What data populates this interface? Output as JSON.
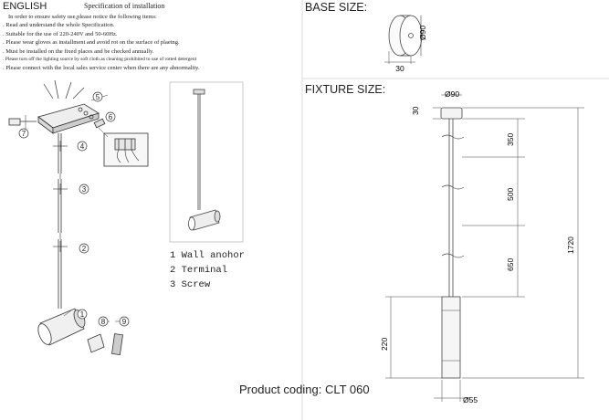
{
  "header": {
    "language": "ENGLISH",
    "spec_title": "Specification of installation"
  },
  "notes": [
    "In order to ensure safety use,please notice the following items:",
    ". Read and understand the whole Specification.",
    ". Suitable for the use of 220-240V and 50-60Hz.",
    ". Please wear gloves as installment and avoid rot on the surface of plaetng.",
    ". Must be installed on the fixed places and be checked annually.",
    ". Please turn off the lighting source by soft cloth as cleaning prohibited to use of rotted detergent",
    ". Please connect with the local sales service center when there are any abnormality."
  ],
  "base": {
    "title": "BASE SIZE:",
    "diameter": "Ø90",
    "height": "30"
  },
  "fixture": {
    "title": "FIXTURE SIZE:",
    "dims": {
      "top_height": "30",
      "top_diameter": "Ø90",
      "rod1": "350",
      "rod2": "500",
      "rod3": "650",
      "total": "1720",
      "body": "220",
      "body_diameter": "Ø55"
    }
  },
  "legend": [
    {
      "num": "1",
      "label": "Wall anohor"
    },
    {
      "num": "2",
      "label": "Terminal"
    },
    {
      "num": "3",
      "label": "Screw"
    }
  ],
  "callouts": [
    "1",
    "2",
    "3",
    "4",
    "5",
    "6",
    "7",
    "8",
    "9"
  ],
  "product_coding": "Product coding: CLT 060"
}
